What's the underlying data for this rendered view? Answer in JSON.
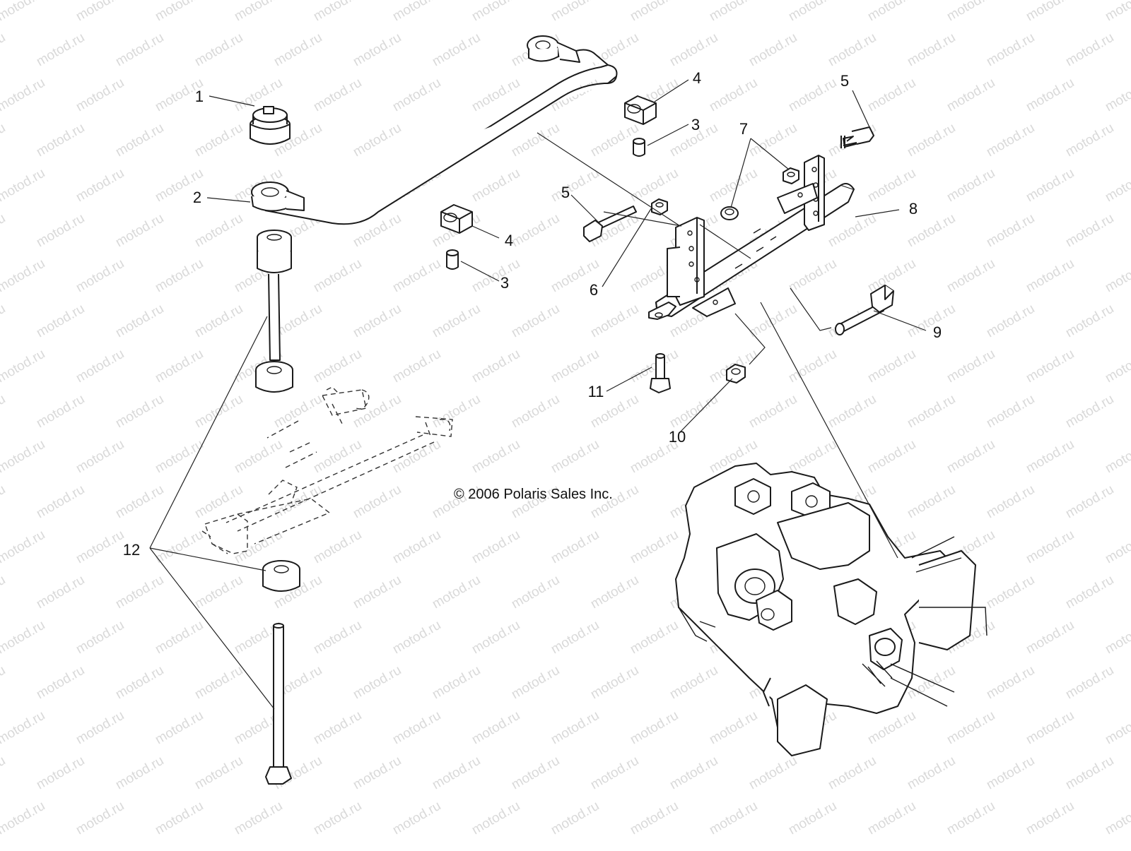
{
  "watermark": {
    "text": "motod.ru"
  },
  "copyright": "© 2006 Polaris Sales Inc.",
  "callouts": [
    {
      "id": "c1",
      "label": "1"
    },
    {
      "id": "c2",
      "label": "2"
    },
    {
      "id": "c3a",
      "label": "3"
    },
    {
      "id": "c3b",
      "label": "3"
    },
    {
      "id": "c4a",
      "label": "4"
    },
    {
      "id": "c4b",
      "label": "4"
    },
    {
      "id": "c5a",
      "label": "5"
    },
    {
      "id": "c5b",
      "label": "5"
    },
    {
      "id": "c6",
      "label": "6"
    },
    {
      "id": "c7",
      "label": "7"
    },
    {
      "id": "c8",
      "label": "8"
    },
    {
      "id": "c9",
      "label": "9"
    },
    {
      "id": "c10",
      "label": "10"
    },
    {
      "id": "c11",
      "label": "11"
    },
    {
      "id": "c12",
      "label": "12"
    }
  ]
}
